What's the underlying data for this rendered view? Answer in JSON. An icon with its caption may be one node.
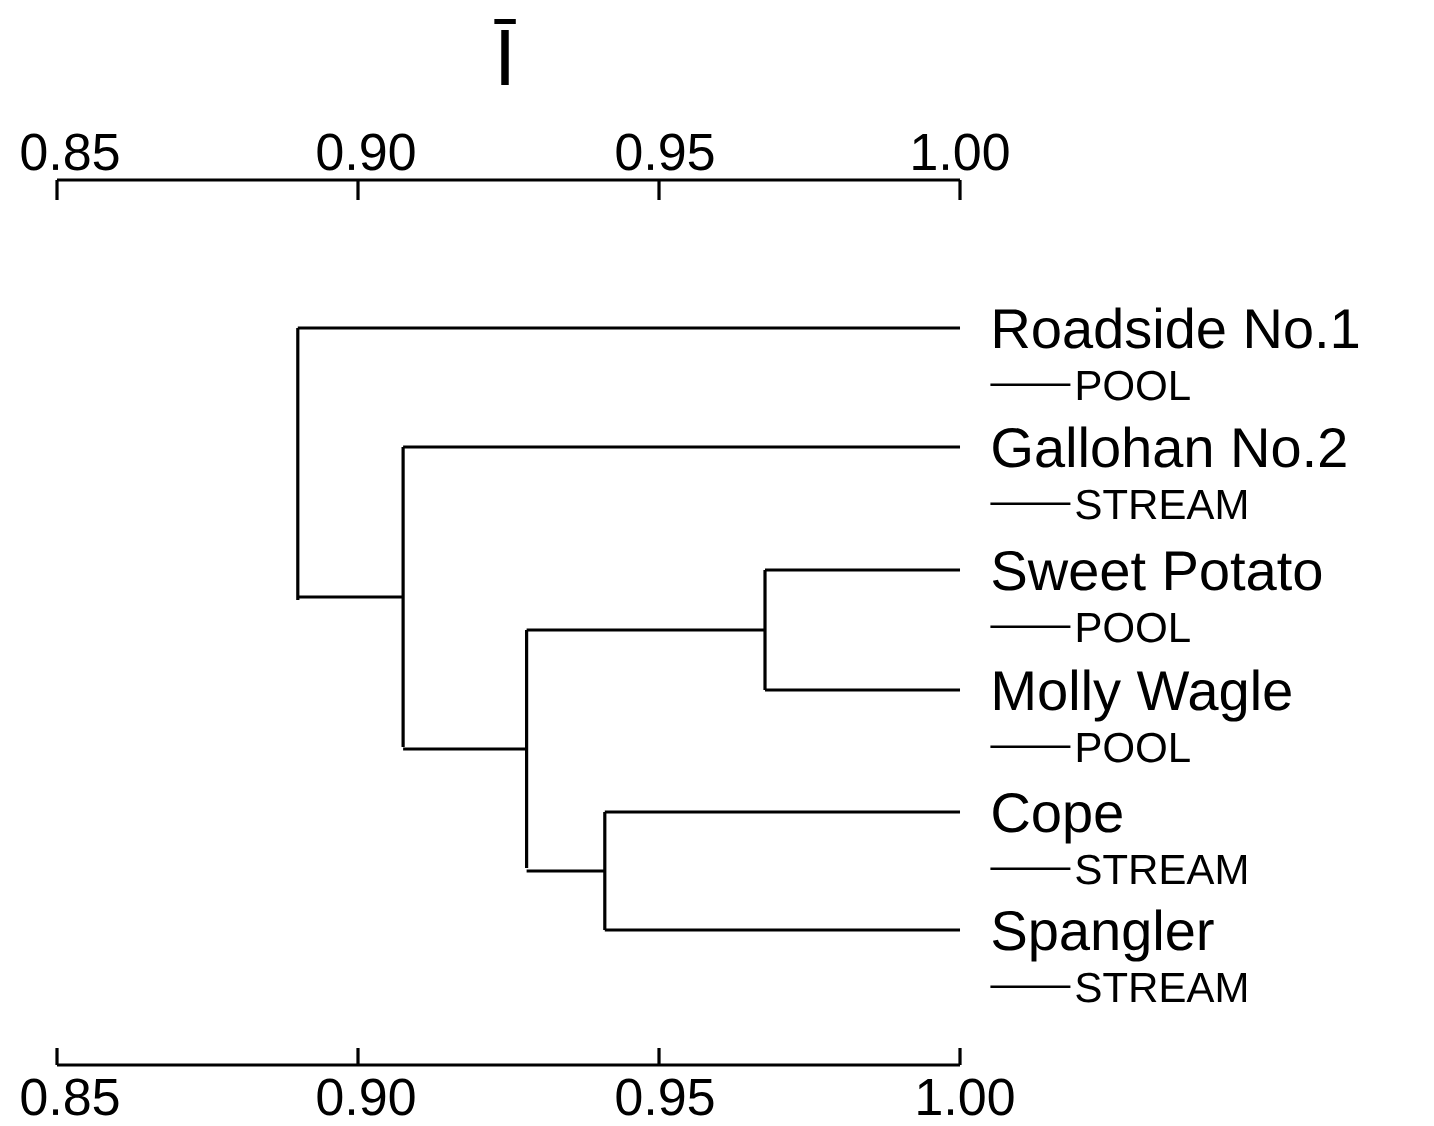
{
  "diagram": {
    "nodes": [
      {
        "text": [
          "Roadside No.1",
          "POOL"
        ]
      },
      {
        "text": [
          "Gallohan No.2",
          "STREAM"
        ]
      },
      {
        "text": [
          "Sweet Potato",
          "POOL"
        ]
      },
      {
        "text": [
          "Molly Wagle",
          "POOL"
        ]
      },
      {
        "text": [
          "Cope",
          "STREAM"
        ]
      },
      {
        "text": [
          "Spangler",
          "STREAM"
        ]
      },
      {
        "text": [],
        "shape": "bar"
      },
      {
        "text": [],
        "shape": "bar"
      },
      {
        "text": [],
        "shape": "bar"
      },
      {
        "text": [],
        "shape": "bar"
      },
      {
        "text": [],
        "shape": "bar"
      }
    ],
    "edges": [
      {
        "from": 6,
        "to": 0,
        "arrow": "none"
      },
      {
        "from": 6,
        "to": 7,
        "arrow": "none"
      },
      {
        "from": 7,
        "to": 1,
        "arrow": "none"
      },
      {
        "from": 7,
        "to": 8,
        "arrow": "none"
      },
      {
        "from": 8,
        "to": 9,
        "arrow": "none"
      },
      {
        "from": 8,
        "to": 10,
        "arrow": "none"
      },
      {
        "from": 9,
        "to": 2,
        "arrow": "none"
      },
      {
        "from": 9,
        "to": 3,
        "arrow": "none"
      },
      {
        "from": 10,
        "to": 4,
        "arrow": "none"
      },
      {
        "from": 10,
        "to": 5,
        "arrow": "none"
      }
    ],
    "labels": [
      "Ī",
      "0.85",
      "0.90",
      "0.95",
      "1.00",
      "0.85",
      "0.90",
      "0.95",
      "1.00"
    ]
  }
}
